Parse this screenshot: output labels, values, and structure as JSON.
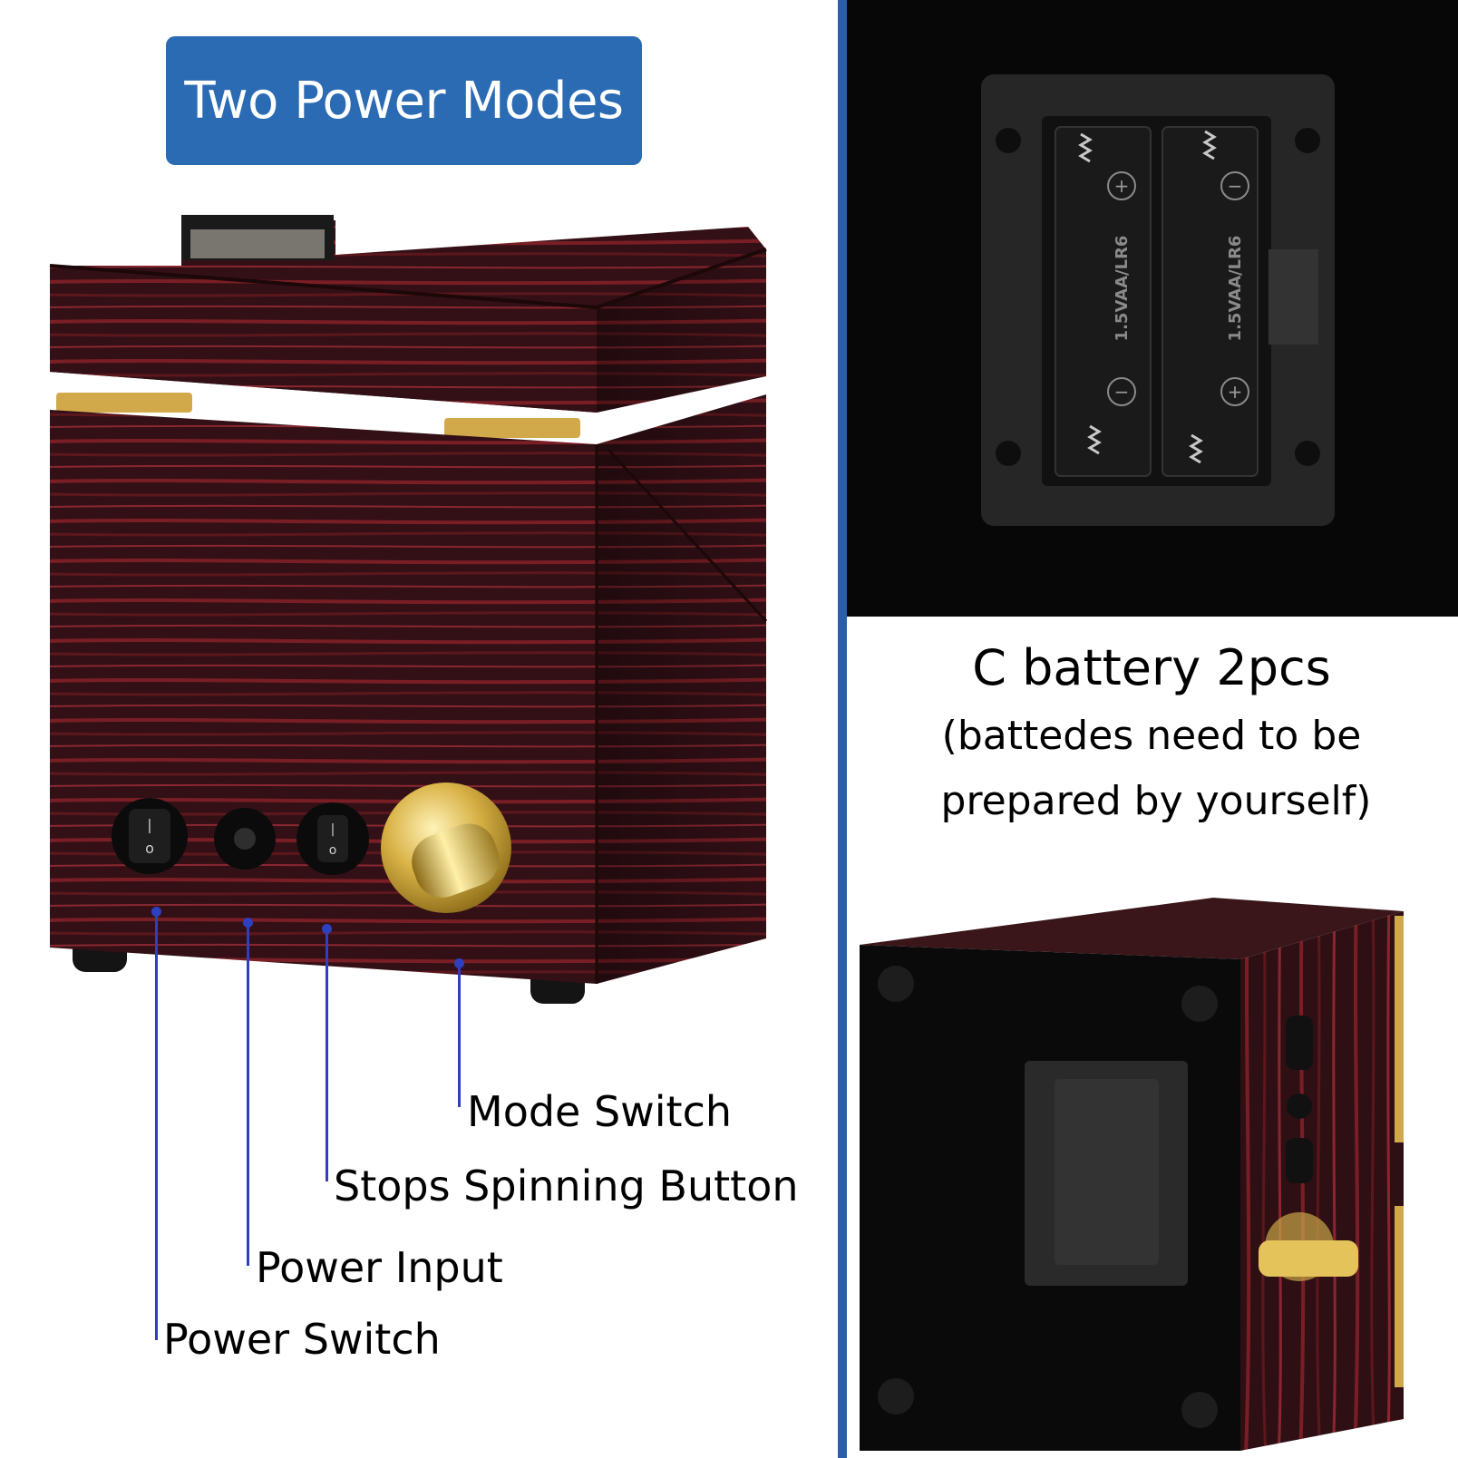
{
  "header": {
    "title": "Two Power Modes"
  },
  "callouts": [
    {
      "label": "Mode Switch"
    },
    {
      "label": "Stops Spinning Button"
    },
    {
      "label": "Power Input"
    },
    {
      "label": "Power Switch"
    }
  ],
  "battery_note": {
    "heading": "C battery 2pcs",
    "line1": "(battedes need to be",
    "line2": "prepared by yourself)"
  },
  "battery_holder": {
    "label_left": "1.5VAA/LR6",
    "label_right": "1.5VAA/LR6",
    "plus": "+",
    "minus": "−"
  },
  "colors": {
    "banner": "#2a6bb3",
    "divider": "#2a5fa8",
    "leader": "#2e3fc0",
    "wood_dark": "#3a1418",
    "wood_stripe": "#7a1e25",
    "brass": "#d8b246"
  }
}
